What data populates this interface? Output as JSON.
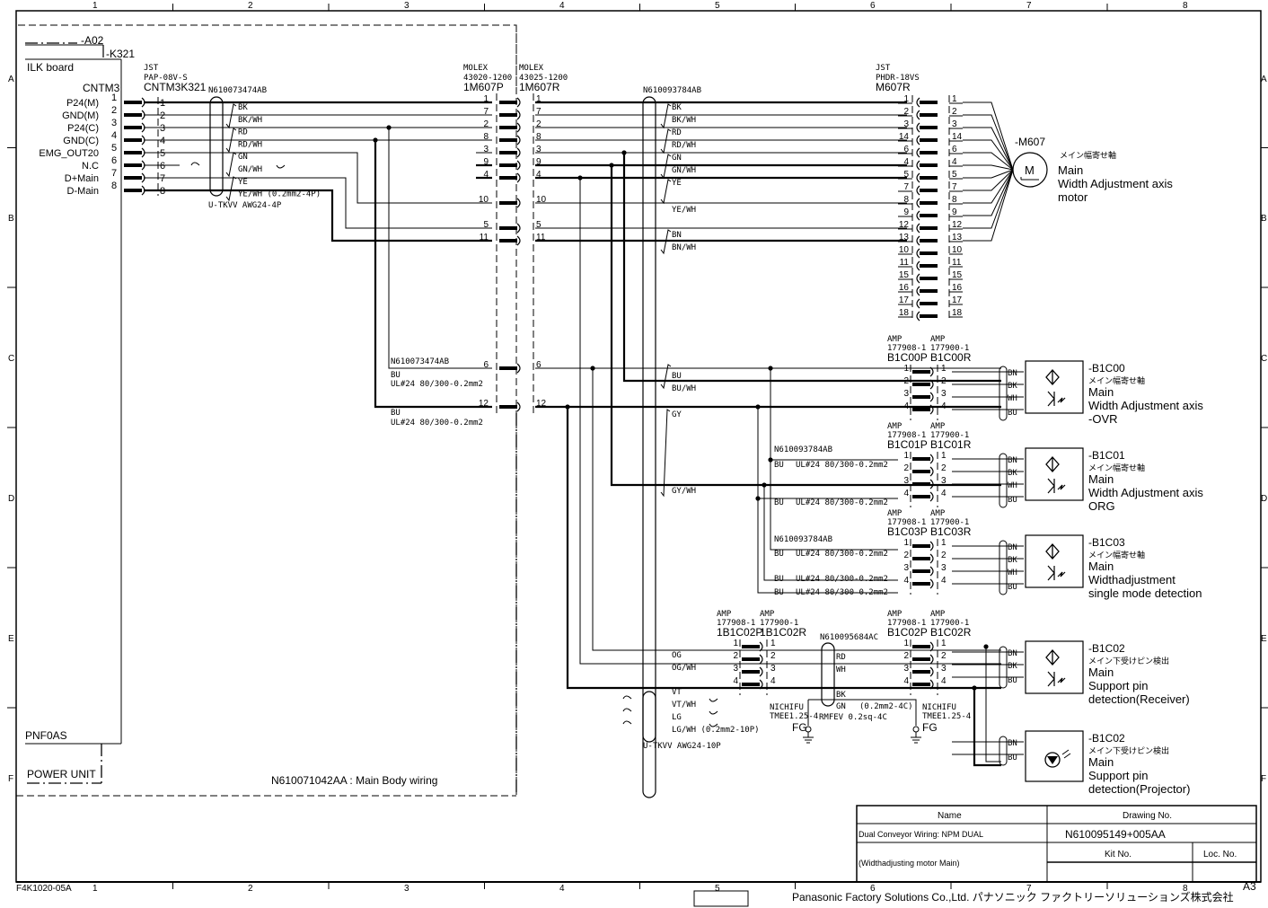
{
  "drawing": {
    "frame_columns": [
      "1",
      "2",
      "3",
      "4",
      "5",
      "6",
      "7",
      "8"
    ],
    "frame_rows": [
      "A",
      "B",
      "C",
      "D",
      "E",
      "F"
    ],
    "sheet_size": "A3",
    "form_code": "F4K1020-05A",
    "company": "Panasonic Factory Solutions Co.,Ltd. パナソニック ファクトリーソリューションズ株式会社"
  },
  "boards": {
    "a02": "-A02",
    "k321": "-K321",
    "ilk_board": "ILK board",
    "cntm3": "CNTM3",
    "pnf0as": "PNF0AS",
    "power_unit": "POWER UNIT",
    "main_body_wiring": "N610071042AA : Main Body wiring"
  },
  "cntm3_pins": [
    {
      "num": "1",
      "signal": "P24(M)"
    },
    {
      "num": "2",
      "signal": "GND(M)"
    },
    {
      "num": "3",
      "signal": "P24(C)"
    },
    {
      "num": "4",
      "signal": "GND(C)"
    },
    {
      "num": "5",
      "signal": "EMG_OUT20"
    },
    {
      "num": "6",
      "signal": "N.C"
    },
    {
      "num": "7",
      "signal": "D+Main"
    },
    {
      "num": "8",
      "signal": "D-Main"
    }
  ],
  "connectors": {
    "cntm3k321": {
      "maker": "JST",
      "part": "PAP-08V-S",
      "ref": "CNTM3K321",
      "pins": [
        "1",
        "2",
        "3",
        "4",
        "5",
        "6",
        "7",
        "8"
      ]
    },
    "m607p": {
      "maker": "MOLEX",
      "part": "43020-1200",
      "ref": "1M607P"
    },
    "m607r": {
      "maker": "MOLEX",
      "part": "43025-1200",
      "ref": "1M607R"
    },
    "m607_pins": [
      "1",
      "7",
      "2",
      "8",
      "3",
      "9",
      "4",
      "10",
      "5",
      "11",
      "6",
      "12"
    ],
    "m607r_jst": {
      "maker": "JST",
      "part": "PHDR-18VS",
      "ref": "M607R",
      "pins": [
        "1",
        "2",
        "3",
        "14",
        "6",
        "4",
        "5",
        "7",
        "8",
        "9",
        "12",
        "13",
        "10",
        "11",
        "15",
        "16",
        "17",
        "18"
      ]
    },
    "b1c00": {
      "maker_p": "AMP",
      "part_p": "177908-1",
      "ref_p": "B1C00P",
      "maker_r": "AMP",
      "part_r": "177900-1",
      "ref_r": "B1C00R"
    },
    "b1c01": {
      "maker_p": "AMP",
      "part_p": "177908-1",
      "ref_p": "B1C01P",
      "maker_r": "AMP",
      "part_r": "177900-1",
      "ref_r": "B1C01R"
    },
    "b1c03": {
      "maker_p": "AMP",
      "part_p": "177908-1",
      "ref_p": "B1C03P",
      "maker_r": "AMP",
      "part_r": "177900-1",
      "ref_r": "B1C03R"
    },
    "b1c02_1": {
      "maker_p": "AMP",
      "part_p": "177908-1",
      "ref_p": "1B1C02P",
      "maker_r": "AMP",
      "part_r": "177900-1",
      "ref_r": "1B1C02R"
    },
    "b1c02_2": {
      "maker_p": "AMP",
      "part_p": "177908-1",
      "ref_p": "B1C02P",
      "maker_r": "AMP",
      "part_r": "177900-1",
      "ref_r": "B1C02R"
    },
    "four_pins": [
      "1",
      "2",
      "3",
      "4"
    ]
  },
  "cables": {
    "c1_ref": "N610073474AB",
    "c1_colors": [
      "BK",
      "BK/WH",
      "RD",
      "RD/WH",
      "GN",
      "GN/WH",
      "YE",
      "YE/WH (0.2mm2-4P)"
    ],
    "c1_type": "U-TKVV AWG24-4P",
    "c2_ref": "N610093784AB",
    "c2_colors": [
      "BK",
      "BK/WH",
      "RD",
      "RD/WH",
      "GN",
      "GN/WH",
      "YE",
      "YE/WH",
      "BN",
      "BN/WH"
    ],
    "c3_colors": [
      "BU",
      "BU/WH",
      "GY",
      "GY/WH"
    ],
    "c4_colors": [
      "OG",
      "OG/WH",
      "VT",
      "VT/WH",
      "LG",
      "LG/WH (0.2mm2-10P)"
    ],
    "c4_type": "U-TKVV AWG24-10P",
    "bu_ref": "N610073474AB",
    "bu_wire": "BU",
    "bu_spec": "UL#24 80/300-0.2mm2",
    "sensor_cable_ref": "N610093784AB",
    "shield_ref": "N610095684AC",
    "shield_colors": [
      "RD",
      "WH",
      "BK",
      "GN"
    ],
    "shield_spec": "(0.2mm2-4C)",
    "shield_type": "RMFEV 0.2sq-4C",
    "terminal_maker": "NICHIFU",
    "terminal_part": "TMEE1.25-4",
    "fg": "FG"
  },
  "motor": {
    "ref": "-M607",
    "symbol": "M",
    "jp": "メイン幅寄せ軸",
    "lines": [
      "Main",
      "Width Adjustment  axis",
      "motor"
    ]
  },
  "sensor_wires": [
    "BN",
    "BK",
    "WH",
    "BU"
  ],
  "sensor_wires_2": [
    "BN",
    "BU"
  ],
  "sensors": [
    {
      "ref": "-B1C00",
      "jp": "メイン幅寄せ軸",
      "lines": [
        "Main",
        "Width Adjustment  axis",
        "-OVR"
      ]
    },
    {
      "ref": "-B1C01",
      "jp": "メイン幅寄せ軸",
      "lines": [
        "Main",
        "Width Adjustment  axis",
        "ORG"
      ]
    },
    {
      "ref": "-B1C03",
      "jp": "メイン幅寄せ軸",
      "lines": [
        "Main",
        "Widthadjustment",
        "single mode detection"
      ]
    },
    {
      "ref": "-B1C02",
      "jp": "メイン下受けピン検出",
      "lines": [
        "Main",
        "Support pin",
        "detection(Receiver)"
      ]
    },
    {
      "ref": "-B1C02",
      "jp": "メイン下受けピン検出",
      "lines": [
        "Main",
        "Support pin",
        "detection(Projector)"
      ]
    }
  ],
  "title_block": {
    "name_header": "Name",
    "drawing_no_header": "Drawing No.",
    "name_line1": "Dual Conveyor Wiring: NPM DUAL",
    "name_line2": "(Widthadjusting motor Main)",
    "drawing_no": "N610095149+005AA",
    "kit_no_header": "Kit No.",
    "loc_no_header": "Loc. No.",
    "kit_no": "",
    "loc_no": ""
  }
}
